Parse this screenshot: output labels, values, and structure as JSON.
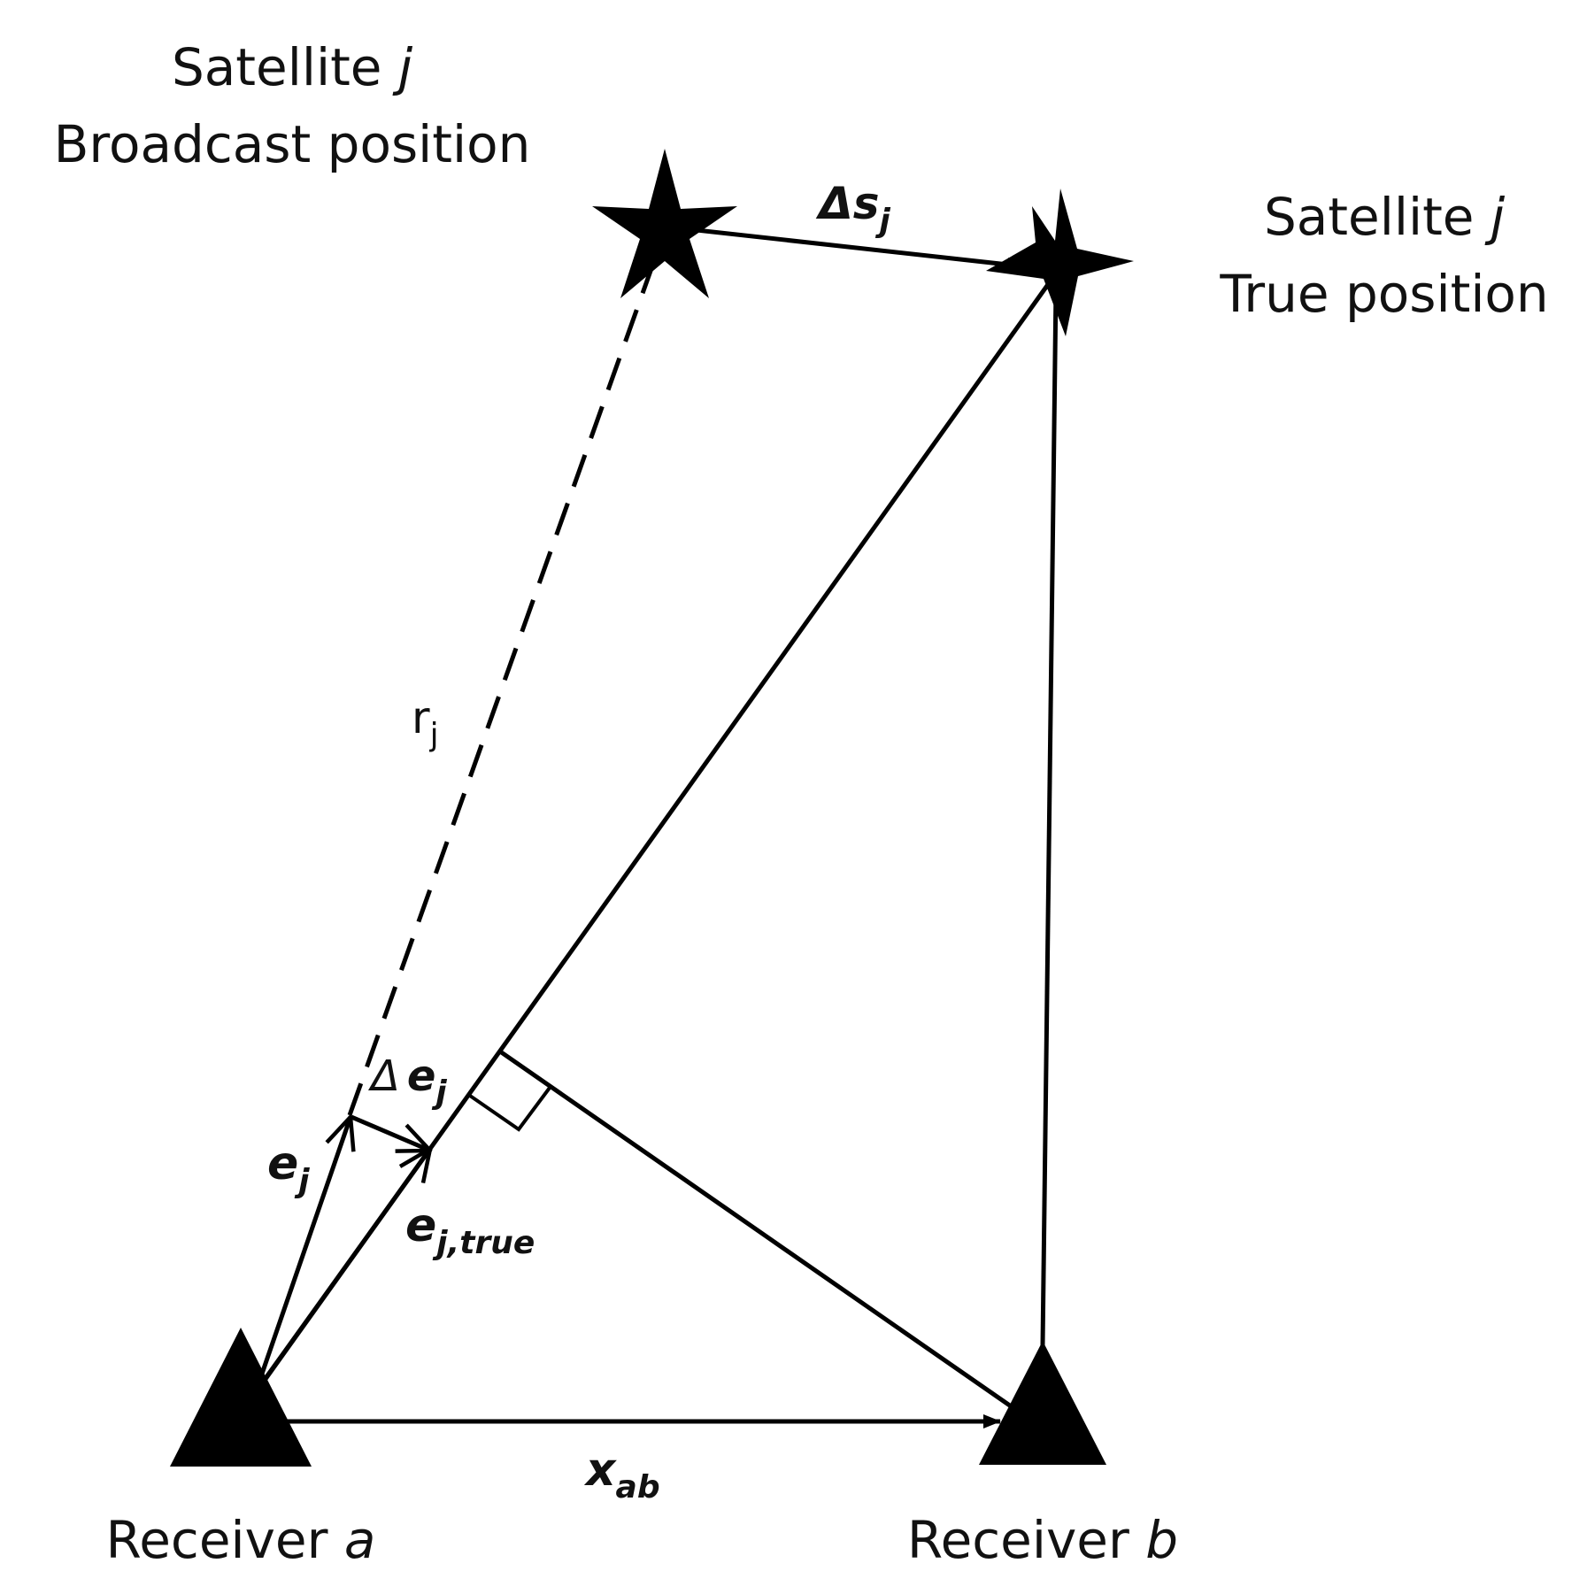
{
  "satellite_broadcast": {
    "line1_text": "Satellite ",
    "line1_var": "j",
    "line2": "Broadcast position"
  },
  "satellite_true": {
    "line1_text": "Satellite ",
    "line1_var": "j",
    "line2": "True position"
  },
  "receiver_a": {
    "text": "Receiver ",
    "var": "a"
  },
  "receiver_b": {
    "text": "Receiver ",
    "var": "b"
  },
  "vectors": {
    "delta_s": {
      "main": "Δs",
      "sub": "j"
    },
    "r": {
      "main": "r",
      "sub": "j"
    },
    "delta_e": {
      "main": "Δ",
      "var": "e",
      "sub": "j"
    },
    "e": {
      "main": "e",
      "sub": "j"
    },
    "e_true": {
      "main": "e",
      "sub": "j,true"
    },
    "x_ab": {
      "main": "x",
      "sub": "ab"
    }
  },
  "colors": {
    "stroke": "#000000",
    "text": "#111111",
    "background": "#ffffff"
  }
}
